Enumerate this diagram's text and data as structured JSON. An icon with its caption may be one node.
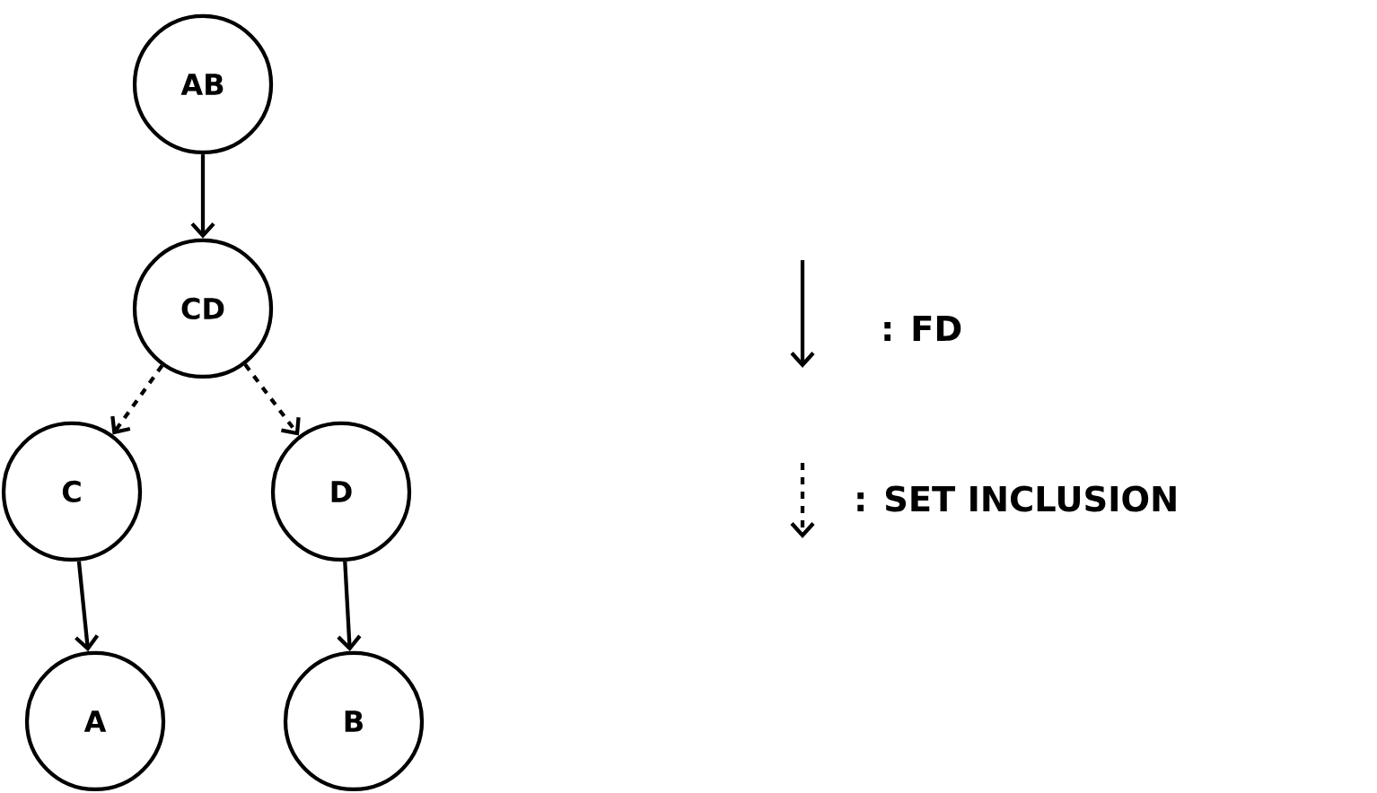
{
  "diagram": {
    "nodes": [
      {
        "text": [
          "AB"
        ]
      },
      {
        "text": [
          "CD"
        ]
      },
      {
        "text": [
          "C"
        ]
      },
      {
        "text": [
          "D"
        ]
      },
      {
        "text": [
          "A"
        ]
      },
      {
        "text": [
          "B"
        ]
      }
    ],
    "edges": [
      {
        "from": 0,
        "to": 1,
        "arrow": "to"
      },
      {
        "from": 1,
        "to": 2,
        "arrow": "to",
        "style": "dashed"
      },
      {
        "from": 1,
        "to": 3,
        "arrow": "to",
        "style": "dashed"
      },
      {
        "from": 2,
        "to": 4,
        "arrow": "to"
      },
      {
        "from": 3,
        "to": 5,
        "arrow": "to"
      }
    ],
    "legend": [
      {
        "text": ": FD"
      },
      {
        "text": ": SET INCLUSION"
      }
    ]
  }
}
